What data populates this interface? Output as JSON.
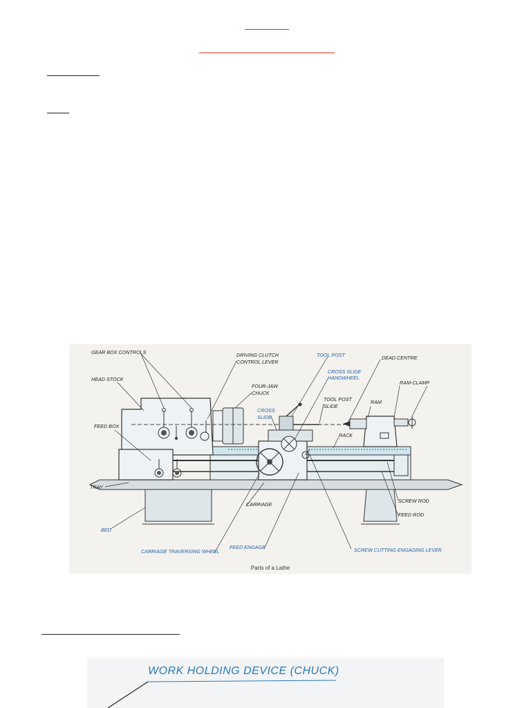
{
  "figure1": {
    "caption": "Parts of a Lathe",
    "labels": {
      "gear_box_controls": "GEAR BOX CONTROLS",
      "head_stock": "HEAD STOCK",
      "feed_box": "FEED BOX",
      "tray": "TRAY",
      "bed": "BED",
      "driving_clutch_1": "DRIVING CLUTCH",
      "driving_clutch_2": "CONTROL LEVER",
      "four_jaw_1": "FOUR-JAW",
      "four_jaw_2": "CHUCK",
      "tool_post": "TOOL POST",
      "cross_slide_handwheel_1": "CROSS SLIDE",
      "cross_slide_handwheel_2": "HANDWHEEL",
      "tool_post_slide_1": "TOOL POST",
      "tool_post_slide_2": "SLIDE",
      "cross_slide_1": "CROSS",
      "cross_slide_2": "SLIDE",
      "dead_centre": "DEAD CENTRE",
      "ram_clamp": "RAM-CLAMP",
      "ram": "RAM",
      "rack": "RACK",
      "carriage": "CARRIAGE",
      "screw_rod": "SCREW ROD",
      "feed_rod": "FEED ROD",
      "carriage_traversing_wheel": "CARRIAGE TRAVERSING WHEEL",
      "feed_engage": "FEED ENGAGE",
      "screw_cutting_engaging_lever": "SCREW CUTTING ENGAGING LEVER"
    }
  },
  "figure2": {
    "title": "WORK HOLDING DEVICE (CHUCK)"
  }
}
